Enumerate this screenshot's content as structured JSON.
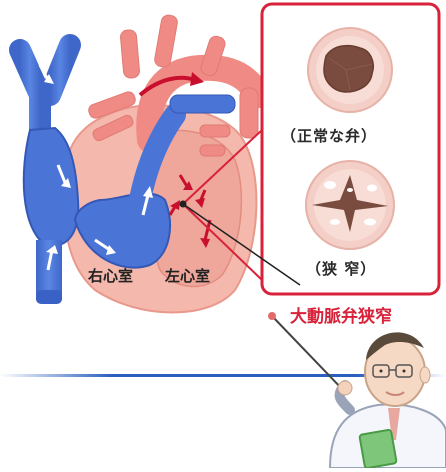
{
  "labels": {
    "right_ventricle": "右心室",
    "left_ventricle": "左心室",
    "normal_valve": "（正常な弁）",
    "stenosis_valve": "（狭 窄）",
    "condition": "大動脈弁狭窄"
  },
  "colors": {
    "vein_blue": "#4a74d6",
    "artery_red": "#f08a84",
    "heart_pink": "#f5b8ad",
    "callout_frame": "#d7223a",
    "divider_blue": "#2a5fbf",
    "arrow_red": "#c8102e"
  },
  "icons": [
    "heart-illustration",
    "valve-normal-icon",
    "valve-stenosis-icon",
    "doctor-with-pointer-illustration"
  ]
}
